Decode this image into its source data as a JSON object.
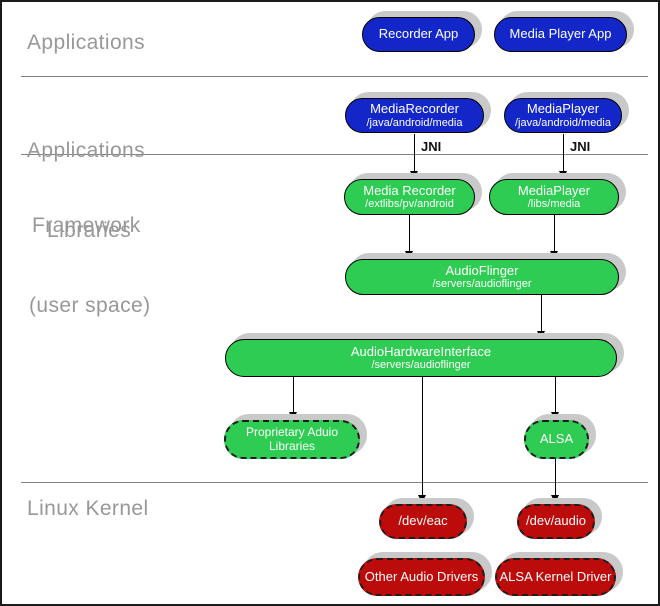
{
  "colors": {
    "blue": "#1326c8",
    "green": "#2ecc52",
    "red": "#bb0b0b",
    "label_gray": "#989898",
    "shadow_gray": "#c9c9c9"
  },
  "layers": [
    {
      "label_lines": [
        "Applications"
      ]
    },
    {
      "label_lines": [
        "Applications",
        "Framework"
      ]
    },
    {
      "label_lines": [
        "Libraries",
        "(user space)"
      ]
    },
    {
      "label_lines": [
        "Linux Kernel"
      ]
    }
  ],
  "nodes": {
    "recorder_app": {
      "title": "Recorder App"
    },
    "media_player_app": {
      "title": "Media Player App"
    },
    "media_recorder_fw": {
      "title": "MediaRecorder",
      "path": "/java/android/media"
    },
    "media_player_fw": {
      "title": "MediaPlayer",
      "path": "/java/android/media"
    },
    "media_recorder_lib": {
      "title": "Media Recorder",
      "path": "/extlibs/pv/android"
    },
    "media_player_lib": {
      "title": "MediaPlayer",
      "path": "/libs/media"
    },
    "audio_flinger": {
      "title": "AudioFlinger",
      "path": "/servers/audioflinger"
    },
    "audio_hardware_interface": {
      "title": "AudioHardwareInterface",
      "path": "/servers/audioflinger"
    },
    "proprietary_audio_libraries": {
      "title": "Proprietary Aduio",
      "title_line2": "Libraries"
    },
    "alsa": {
      "title": "ALSA"
    },
    "dev_eac": {
      "title": "/dev/eac"
    },
    "dev_audio": {
      "title": "/dev/audio"
    },
    "other_audio_drivers": {
      "title": "Other Audio Drivers"
    },
    "alsa_kernel_driver": {
      "title": "ALSA Kernel Driver"
    }
  },
  "edge_labels": {
    "jni_left": "JNI",
    "jni_right": "JNI"
  }
}
